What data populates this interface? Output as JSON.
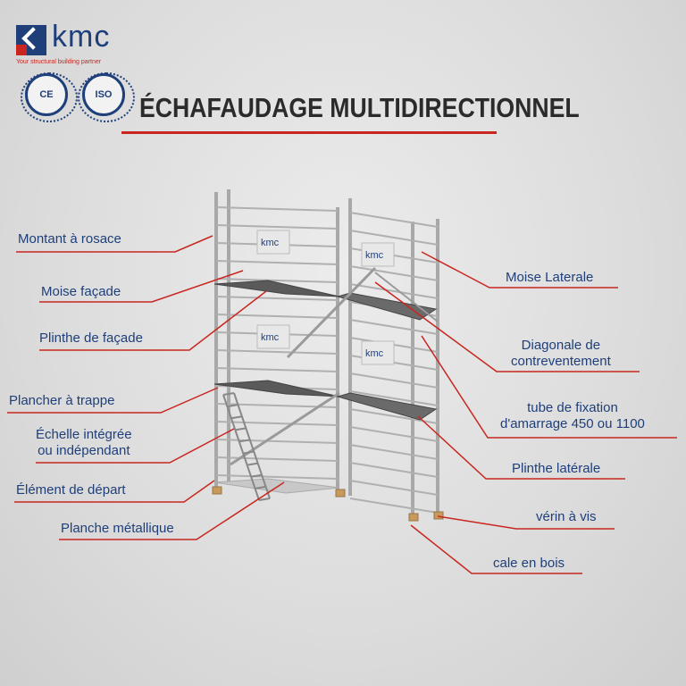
{
  "brand": {
    "name": "kmc",
    "tagline": "Your structural building partner",
    "badges": [
      "CE",
      "ISO"
    ],
    "accent_color": "#c8261f",
    "brand_color": "#1e3f7a"
  },
  "title": "ÉCHAFAUDAGE MULTIDIRECTIONNEL",
  "panel_logo": "kmc",
  "labels_left": [
    "Montant à rosace",
    "Moise façade",
    "Plinthe de façade",
    "Plancher à trappe",
    "Échelle intégrée\nou indépendant",
    "Élément de départ",
    "Planche métallique"
  ],
  "labels_right": [
    "Moise Laterale",
    "Diagonale de\ncontreventement",
    "tube de fixation\nd'amarrage 450 ou 1100",
    "Plinthe latérale",
    "vérin à vis",
    "cale en bois"
  ]
}
